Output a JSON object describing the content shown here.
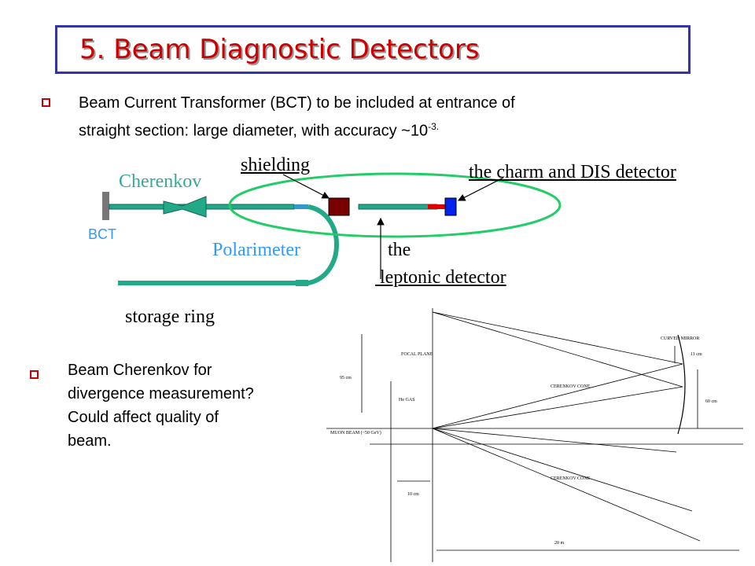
{
  "title": "5. Beam Diagnostic Detectors",
  "bullets": {
    "bct_line1": "Beam Current Transformer (BCT) to be included at entrance of",
    "bct_line2": "straight section: large diameter, with accuracy ~10",
    "bct_exp": "-3.",
    "cherenkov_lines": [
      "Beam Cherenkov for",
      "divergence measurement?",
      "Could affect quality of",
      "beam."
    ]
  },
  "diagram": {
    "cherenkov": "Cherenkov",
    "shielding": "shielding",
    "charm_dis": "the charm and DIS detector",
    "bct": "BCT",
    "polarimeter": "Polarimeter",
    "leptonic_1": "the",
    "leptonic_2": " leptonic detector",
    "storage_ring": "storage ring",
    "colors": {
      "beam": "#22aa88",
      "cherenkov_blue": "#3399cc",
      "shield": "#7a0000",
      "red": "#dd0000",
      "blue": "#0022ee",
      "label_cyan": "#33aa99",
      "label_blue": "#3399ff"
    }
  },
  "figure": {
    "focal_plane": "FOCAL PLANE",
    "curved_mirror": "CURVED MIRROR",
    "he_gas": "He GAS",
    "cone_top": "CERENKOV CONE",
    "cone_bottom": "CERENKOV CONE",
    "muon_beam": "MUON BEAM (~50 GeV)",
    "d95": "95 cm",
    "d11": "11 cm",
    "d60": "60 cm",
    "d10": "10 cm",
    "d20": "20 m"
  }
}
